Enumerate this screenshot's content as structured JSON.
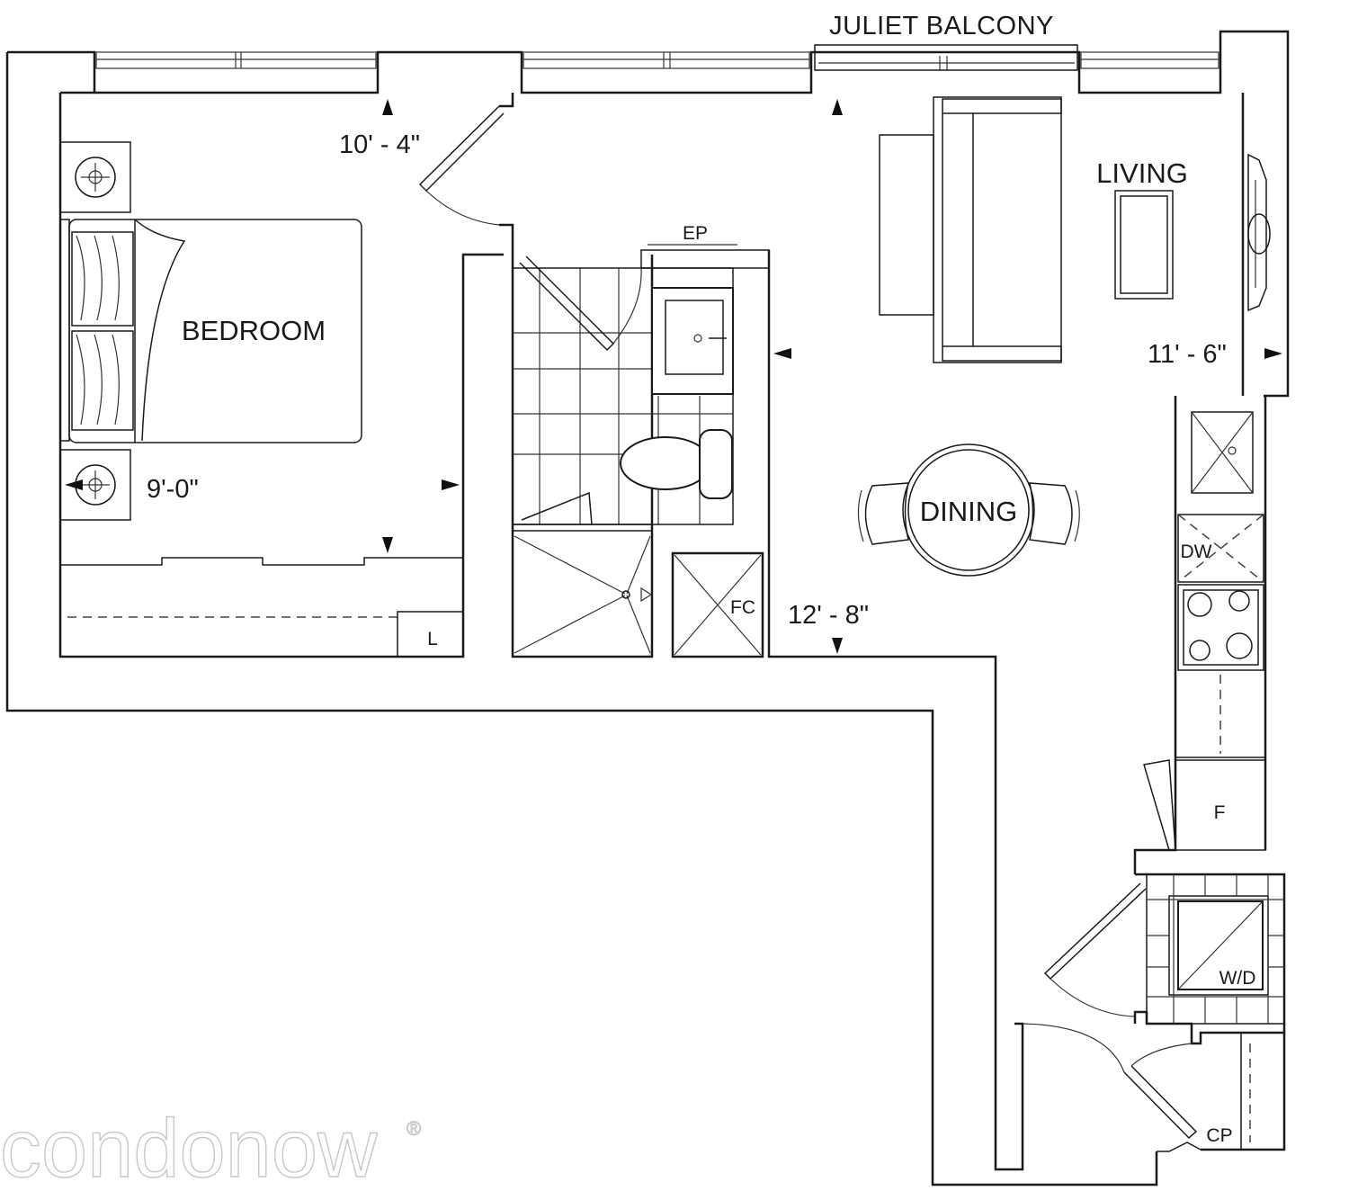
{
  "plan": {
    "rooms": {
      "bedroom": "BEDROOM",
      "living": "LIVING",
      "dining": "DINING"
    },
    "balcony": "JULIET BALCONY",
    "dimensions": {
      "bedroom_width": "10' - 4\"",
      "bedroom_depth": "9'-0\"",
      "living_width": "11' - 6\"",
      "living_depth": "12' - 8\""
    },
    "fixtures": {
      "electrical_panel": "EP",
      "fan_coil": "FC",
      "linen": "L",
      "dishwasher": "DW",
      "fridge": "F",
      "washer_dryer": "W/D",
      "coat_closet": "CP"
    },
    "watermark": {
      "brand": "condonow",
      "mark": "®"
    }
  }
}
